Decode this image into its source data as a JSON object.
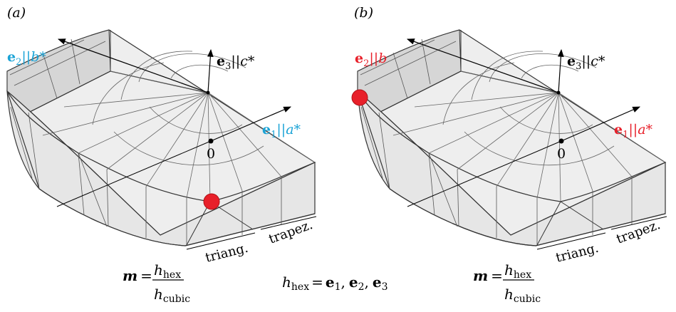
{
  "panels": [
    {
      "label": "(a)",
      "e1": {
        "vec": "e",
        "sub": "1",
        "sep": "||",
        "axis": "a",
        "star": "*"
      },
      "e2": {
        "vec": "e",
        "sub": "2",
        "sep": "||",
        "axis": "b",
        "star": "*"
      },
      "e3": {
        "vec": "e",
        "sub": "3",
        "sep": "||",
        "axis": "c",
        "star": "*"
      },
      "origin": "0",
      "triang": "triang.",
      "trapez": "trapez."
    },
    {
      "label": "(b)",
      "e1": {
        "vec": "e",
        "sub": "1",
        "sep": "||",
        "axis": "a",
        "star": "*"
      },
      "e2": {
        "vec": "e",
        "sub": "2",
        "sep": "||",
        "axis": "b",
        "star": ""
      },
      "e3": {
        "vec": "e",
        "sub": "3",
        "sep": "||",
        "axis": "c",
        "star": "*"
      },
      "origin": "0",
      "triang": "triang.",
      "trapez": "trapez."
    }
  ],
  "formula": {
    "m": "m",
    "eq": "=",
    "h": "h",
    "hex": "hex",
    "cubic": "cubic"
  },
  "basis": {
    "h": "h",
    "hex": "hex",
    "eq": "=",
    "e": "e",
    "s1": "1",
    "s2": "2",
    "s3": "3",
    "comma": ","
  },
  "colors": {
    "cyan": "#1aa3d6",
    "red": "#e8202a",
    "surface": "#eeeeee",
    "surface_dark": "#d9d9d9",
    "edge": "#333333",
    "grid": "#666666"
  }
}
